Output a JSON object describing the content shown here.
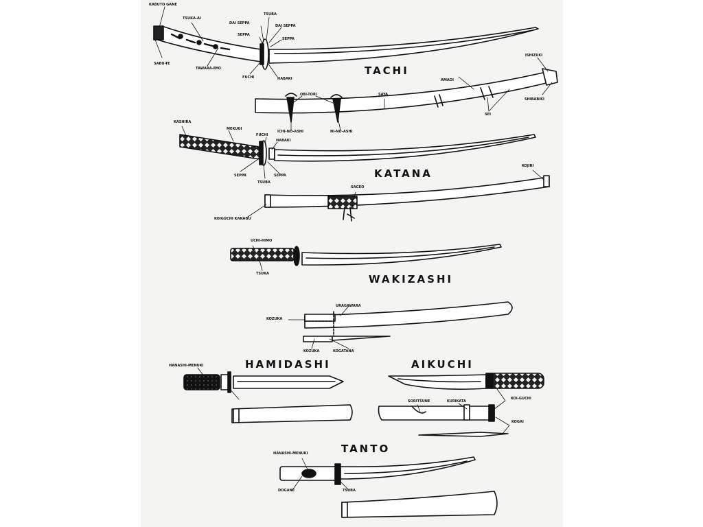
{
  "sections": {
    "tachi": {
      "title": "TACHI",
      "labels": {
        "kabuto_gane": "KABUTO GANE",
        "tsuka_ai": "TSUKA-AI",
        "tsuba": "TSUBA",
        "dai_seppa_left": "DAI SEPPA",
        "dai_seppa_right": "DAI SEPPA",
        "seppa_left": "SEPPA",
        "seppa_right": "SEPPA",
        "sabu_te": "SABU-TE",
        "tawara_byo": "TAWARA-BYO",
        "fuchi": "FUCHI",
        "habaki": "HABAKI",
        "ishizuki": "ISHIZUKI",
        "amaoi": "AMAOI",
        "obi_tori": "OBI-TORI",
        "saya": "SAYA",
        "shibabiki": "SHIBABIKI",
        "sei": "SEI",
        "ichi_no_ashi": "ICHI-NO-ASHI",
        "ni_no_ashi": "NI-NO-ASHI"
      }
    },
    "katana": {
      "title": "KATANA",
      "labels": {
        "kashira": "KASHIRA",
        "mekugi": "MEKUGI",
        "fuchi": "FUCHI",
        "habaki": "HABAKI",
        "seppa_left": "SEPPA",
        "tsuba": "TSUBA",
        "seppa_right": "SEPPA",
        "kojiri": "KOJIRI",
        "sageo": "SAGEO",
        "koiguchi_kanagu": "KOIGUCHI KANAGU"
      }
    },
    "wakizashi": {
      "title": "WAKIZASHI",
      "labels": {
        "uchi_himo": "UCHI-HIMO",
        "tsuka": "TSUKA",
        "uragawara": "URAGAWARA",
        "kozuka_top": "KOZUKA",
        "kozuka_bottom": "KOZUKA",
        "kogatana": "KOGATANA"
      }
    },
    "hamidashi": {
      "title": "HAMIDASHI",
      "labels": {
        "hanashi_menuki": "HANASHI-MENUKI"
      }
    },
    "aikuchi": {
      "title": "AIKUCHI",
      "labels": {
        "soritsune": "SORITSUNE",
        "kurikata": "KURIKATA",
        "koi_guchi": "KOI-GUCHI",
        "kogai": "KOGAI"
      }
    },
    "tanto": {
      "title": "TANTO",
      "labels": {
        "hanashi_menuki": "HANASHI-MENUKI",
        "dogane": "DOGANE",
        "tsuba": "TSUBA"
      }
    }
  }
}
